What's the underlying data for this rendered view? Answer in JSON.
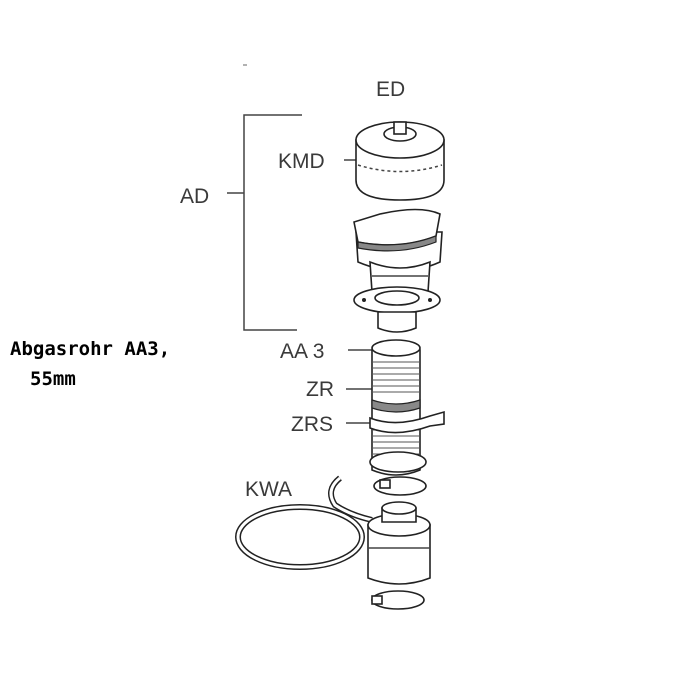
{
  "title": {
    "line1": "Abgasrohr AA3,",
    "line2": "55mm"
  },
  "labels": {
    "ed": "ED",
    "kmd": "KMD",
    "ad": "AD",
    "aa3": "AA 3",
    "zr": "ZR",
    "zrs": "ZRS",
    "kwa": "KWA"
  }
}
